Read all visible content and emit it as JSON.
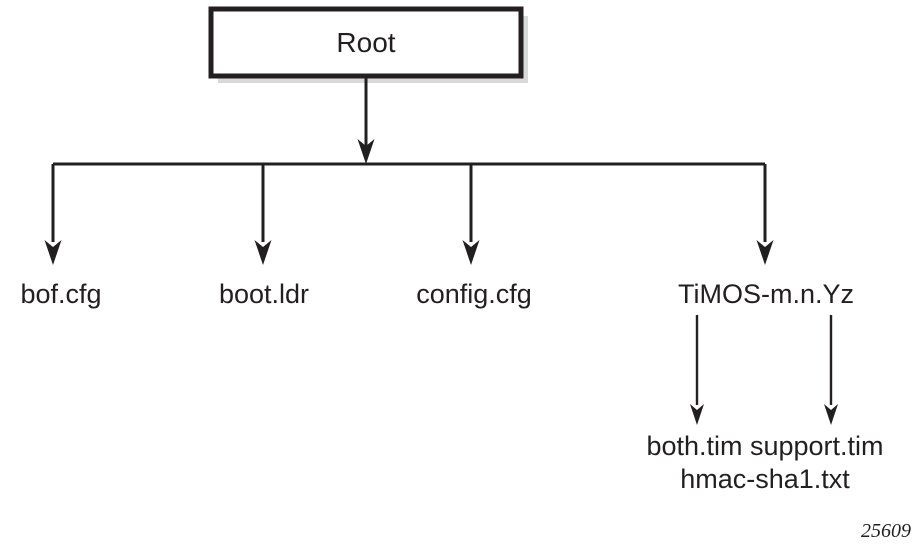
{
  "diagram": {
    "type": "tree",
    "title_node": {
      "label": "Root"
    },
    "level1": [
      {
        "label": "bof.cfg"
      },
      {
        "label": "boot.ldr"
      },
      {
        "label": "config.cfg"
      },
      {
        "label": "TiMOS-m.n.Yz"
      }
    ],
    "level2": {
      "line1": "both.tim support.tim",
      "line2": "hmac-sha1.txt"
    },
    "figure_number": "25609",
    "colors": {
      "ink": "#231f20",
      "background": "#ffffff",
      "shadow": "#d9d9d9"
    }
  }
}
